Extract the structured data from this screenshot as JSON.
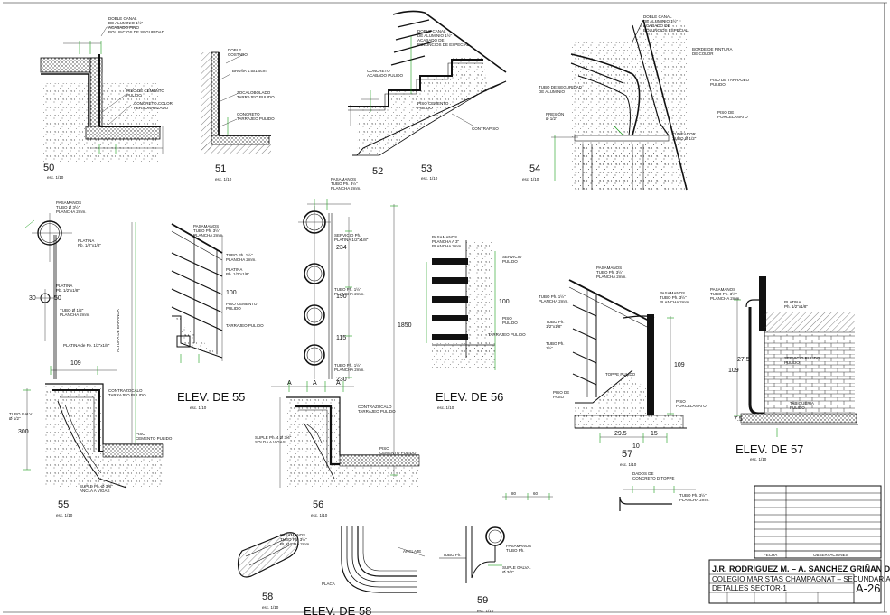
{
  "sheet": {
    "details": [
      {
        "id": "d50",
        "label": "50",
        "scale": "esc. 1/10"
      },
      {
        "id": "d51",
        "label": "51",
        "scale": "esc. 1/10"
      },
      {
        "id": "d52",
        "label": "52",
        "scale": ""
      },
      {
        "id": "d53",
        "label": "53",
        "scale": "esc. 1/10"
      },
      {
        "id": "d54",
        "label": "54",
        "scale": "esc. 1/10"
      },
      {
        "id": "elev55",
        "label": "ELEV. DE 55",
        "scale": "esc. 1/10"
      },
      {
        "id": "d55",
        "label": "55",
        "scale": "esc. 1/10"
      },
      {
        "id": "elev56",
        "label": "ELEV. DE 56",
        "scale": "esc. 1/10"
      },
      {
        "id": "d56",
        "label": "56",
        "scale": "esc. 1/10"
      },
      {
        "id": "d57",
        "label": "57",
        "scale": "esc. 1/10"
      },
      {
        "id": "elev57",
        "label": "ELEV. DE 57",
        "scale": "esc. 1/10"
      },
      {
        "id": "d58",
        "label": "58",
        "scale": "esc. 1/10"
      },
      {
        "id": "elev58",
        "label": "ELEV. DE 58",
        "scale": ""
      },
      {
        "id": "d59",
        "label": "59",
        "scale": "esc. 1/10"
      }
    ],
    "dims": {
      "d56_top": "234",
      "d56_mid": "190",
      "d56_low": "115",
      "d56_bot": "230",
      "d56_total": "1850",
      "d55_a": "109",
      "d55_b": "30",
      "d55_c": "50",
      "d55_d": "300",
      "d57_a": "29.5",
      "d57_b": "15",
      "d57_c": "109",
      "d57_d": "10",
      "d57e_a": "27.5",
      "d57e_b": "7.5",
      "d57e_c": "109",
      "d59_a": "80",
      "d59_b": "60"
    }
  },
  "title_block": {
    "col_fecha": "FECHA",
    "col_obs": "OBSERVACIONES",
    "authors": "J.R. RODRIGUEZ  M. – A. SANCHEZ  GRIÑAN D.",
    "project": "COLEGIO  MARISTAS  CHAMPAGNAT  –  SECUNDARIA",
    "sheet_title": "DETALLES  SECTOR-1",
    "sheet_number": "A-26"
  },
  "colors": {
    "line": "#111111",
    "accent_green": "#1a9e1a",
    "background": "#ffffff"
  }
}
